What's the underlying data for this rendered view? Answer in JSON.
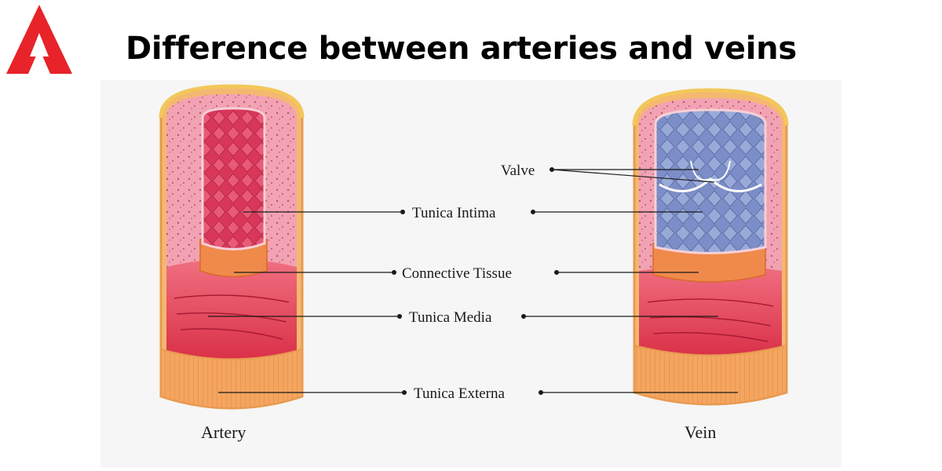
{
  "header": {
    "title": "Difference between arteries and veins",
    "brand_color": "#e8232a"
  },
  "labels": {
    "valve": "Valve",
    "tunica_intima": "Tunica Intima",
    "connective_tissue": "Connective Tissue",
    "tunica_media": "Tunica Media",
    "tunica_externa": "Tunica Externa"
  },
  "captions": {
    "artery": "Artery",
    "vein": "Vein"
  },
  "colors": {
    "externa": "#f4a560",
    "media": "#e8495a",
    "intima_artery": "#d93a5c",
    "intima_vein": "#8a9bd0",
    "connective": "#f08a4b",
    "wall_pink": "#f2a3b3"
  }
}
